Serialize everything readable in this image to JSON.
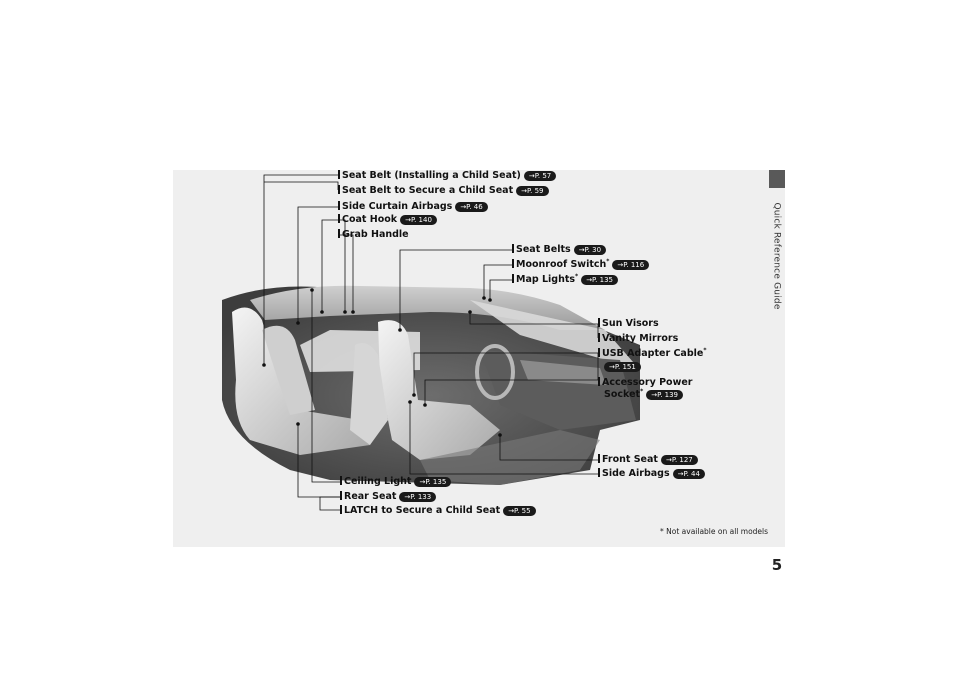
{
  "side_title": "Quick Reference Guide",
  "page_number": "5",
  "footnote": "* Not available on all models",
  "labels": {
    "seat_belt_child": {
      "text": "Seat Belt (Installing a Child Seat)",
      "ref": "P. 57"
    },
    "seat_belt_secure": {
      "text": "Seat Belt to Secure a Child Seat",
      "ref": "P. 59"
    },
    "side_curtain": {
      "text": "Side Curtain Airbags",
      "ref": "P. 46"
    },
    "coat_hook": {
      "text": "Coat Hook",
      "ref": "P. 140"
    },
    "grab_handle": {
      "text": "Grab Handle"
    },
    "seat_belts": {
      "text": "Seat Belts",
      "ref": "P. 30"
    },
    "moonroof": {
      "text": "Moonroof Switch",
      "star": "*",
      "ref": "P. 116"
    },
    "map_lights": {
      "text": "Map Lights",
      "star": "*",
      "ref": "P. 135"
    },
    "sun_visors": {
      "text": "Sun Visors"
    },
    "vanity": {
      "text": "Vanity Mirrors"
    },
    "usb": {
      "text": "USB Adapter Cable",
      "star": "*",
      "ref": "P. 151"
    },
    "accessory_1": {
      "text": "Accessory Power"
    },
    "accessory_2": {
      "text": "Socket",
      "star": "*",
      "ref": "P. 139"
    },
    "front_seat": {
      "text": "Front Seat",
      "ref": "P. 127"
    },
    "side_airbags": {
      "text": "Side Airbags",
      "ref": "P. 44"
    },
    "ceiling_light": {
      "text": "Ceiling Light",
      "ref": "P. 135"
    },
    "rear_seat": {
      "text": "Rear Seat",
      "ref": "P. 133"
    },
    "latch": {
      "text": "LATCH to Secure a Child Seat",
      "ref": "P. 55"
    }
  }
}
